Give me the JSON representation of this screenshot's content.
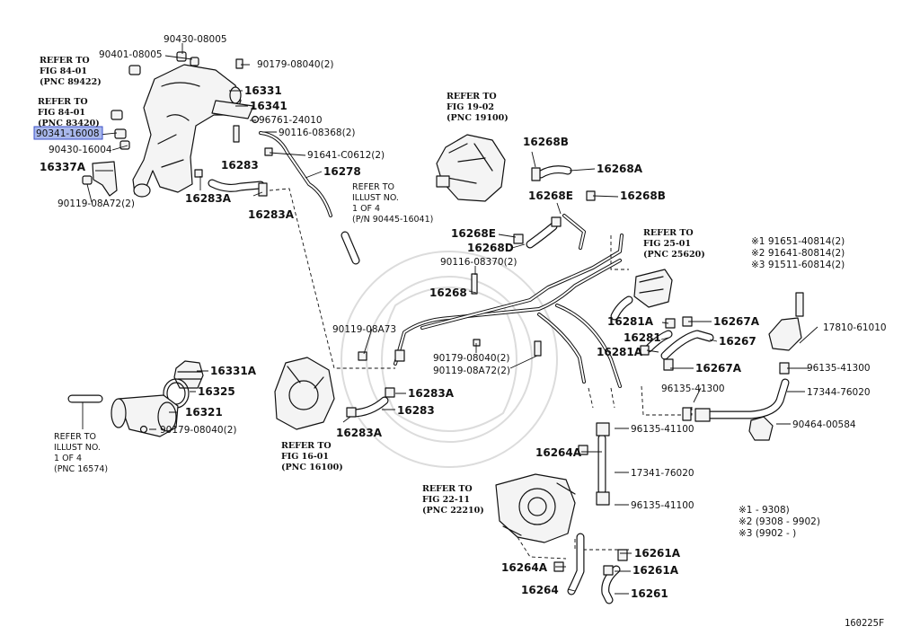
{
  "figure_code": "160225F",
  "highlighted_part": "90341-16008",
  "part_labels": [
    {
      "id": "l1",
      "text": "90430-08005"
    },
    {
      "id": "l2",
      "text": "90401-08005"
    },
    {
      "id": "l3",
      "text": "90179-08040(2)"
    },
    {
      "id": "l4",
      "text": "16331"
    },
    {
      "id": "l5",
      "text": "16341"
    },
    {
      "id": "l6",
      "text": "96761-24010"
    },
    {
      "id": "l7",
      "text": "90116-08368(2)"
    },
    {
      "id": "l8",
      "text": "90341-16008"
    },
    {
      "id": "l9",
      "text": "90430-16004"
    },
    {
      "id": "l10",
      "text": "16337A"
    },
    {
      "id": "l11",
      "text": "91641-C0612(2)"
    },
    {
      "id": "l12",
      "text": "16283"
    },
    {
      "id": "l13",
      "text": "16278"
    },
    {
      "id": "l14",
      "text": "16283A"
    },
    {
      "id": "l15",
      "text": "90119-08A72(2)"
    },
    {
      "id": "l16",
      "text": "16283A"
    },
    {
      "id": "l17",
      "text": "16268B"
    },
    {
      "id": "l18",
      "text": "16268A"
    },
    {
      "id": "l19",
      "text": "16268E"
    },
    {
      "id": "l20",
      "text": "16268B"
    },
    {
      "id": "l21",
      "text": "16268E"
    },
    {
      "id": "l22",
      "text": "16268D"
    },
    {
      "id": "l23",
      "text": "90116-08370(2)"
    },
    {
      "id": "l24",
      "text": "16268"
    },
    {
      "id": "l25",
      "text": "90119-08A73"
    },
    {
      "id": "l26",
      "text": "16281A"
    },
    {
      "id": "l27",
      "text": "16267A"
    },
    {
      "id": "l28",
      "text": "16281"
    },
    {
      "id": "l29",
      "text": "16267"
    },
    {
      "id": "l30",
      "text": "16281A"
    },
    {
      "id": "l31",
      "text": "16267A"
    },
    {
      "id": "l32",
      "text": "90179-08040(2)"
    },
    {
      "id": "l33",
      "text": "90119-08A72(2)"
    },
    {
      "id": "l34",
      "text": "16331A"
    },
    {
      "id": "l35",
      "text": "16325"
    },
    {
      "id": "l36",
      "text": "16321"
    },
    {
      "id": "l37",
      "text": "90179-08040(2)"
    },
    {
      "id": "l38",
      "text": "16283A"
    },
    {
      "id": "l39",
      "text": "16283"
    },
    {
      "id": "l40",
      "text": "16283A"
    },
    {
      "id": "l41",
      "text": "96135-41300"
    },
    {
      "id": "l42",
      "text": "17344-76020"
    },
    {
      "id": "l43",
      "text": "96135-41300"
    },
    {
      "id": "l44",
      "text": "96135-41100"
    },
    {
      "id": "l45",
      "text": "90464-00584"
    },
    {
      "id": "l46",
      "text": "16264A"
    },
    {
      "id": "l47",
      "text": "17341-76020"
    },
    {
      "id": "l48",
      "text": "96135-41100"
    },
    {
      "id": "l49",
      "text": "16261A"
    },
    {
      "id": "l50",
      "text": "16264A"
    },
    {
      "id": "l51",
      "text": "16261A"
    },
    {
      "id": "l52",
      "text": "16264"
    },
    {
      "id": "l53",
      "text": "16261"
    },
    {
      "id": "l54",
      "text": "17810-61010"
    },
    {
      "id": "l55",
      "text": "※1 91651-40814(2)"
    },
    {
      "id": "l56",
      "text": "※2 91641-80814(2)"
    },
    {
      "id": "l57",
      "text": "※3 91511-60814(2)"
    }
  ],
  "references": [
    {
      "id": "r1",
      "lines": [
        "REFER TO",
        "FIG 84-01",
        "(PNC 89422)"
      ]
    },
    {
      "id": "r2",
      "lines": [
        "REFER TO",
        "FIG 84-01",
        "(PNC 83420)"
      ]
    },
    {
      "id": "r3",
      "lines": [
        "REFER TO",
        "FIG 19-02",
        "(PNC 19100)"
      ]
    },
    {
      "id": "r4",
      "lines": [
        "REFER TO",
        "ILLUST NO.",
        "1 OF 4",
        "(P/N 90445-16041)"
      ]
    },
    {
      "id": "r5",
      "lines": [
        "REFER TO",
        "FIG 25-01",
        "(PNC 25620)"
      ]
    },
    {
      "id": "r6",
      "lines": [
        "REFER TO",
        "ILLUST NO.",
        "1 OF 4",
        "(PNC 16574)"
      ]
    },
    {
      "id": "r7",
      "lines": [
        "REFER TO",
        "FIG 16-01",
        "(PNC 16100)"
      ]
    },
    {
      "id": "r8",
      "lines": [
        "REFER TO",
        "FIG 22-11",
        "(PNC 22210)"
      ]
    }
  ],
  "notes": [
    "※1        -  9308)",
    "※2 (9308  -  9902)",
    "※3 (9902  -       )"
  ]
}
